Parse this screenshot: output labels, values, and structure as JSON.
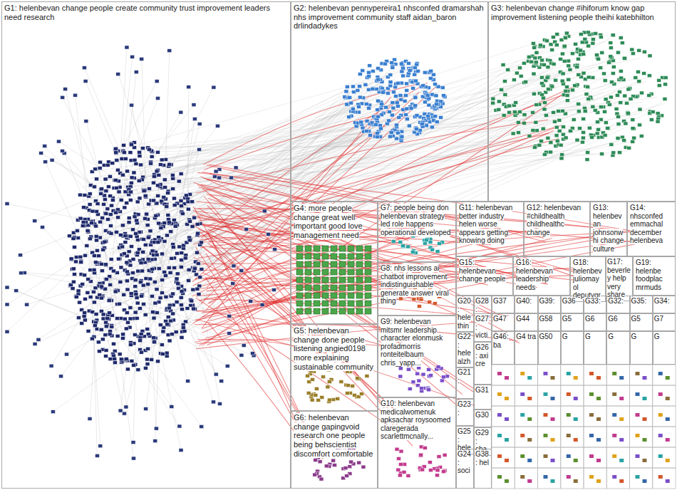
{
  "diagram": {
    "nodes": [
      {
        "text": [
          "G1: helenbevan change people create community trust improvement leaders need research"
        ]
      },
      {
        "text": [
          "G2: helenbevan pennypereira1 nhsconfed dramarshah nhs improvement community staff aidan_baron drlindadykes"
        ]
      },
      {
        "text": [
          "G3: helenbevan change #ihiforum know gap improvement listening people theihi katebhilton"
        ]
      },
      {
        "text": [
          "G4: more people change great well important good love management need"
        ]
      },
      {
        "text": [
          "G7: people being don helenbevan strategy led role happens operational developed"
        ]
      },
      {
        "text": [
          "G11: helenbevan better industry helen worse appears getting knowing doing"
        ]
      },
      {
        "text": [
          "G12: helenbevan #childhealth childhealthc change"
        ]
      },
      {
        "text": [
          "G13: helenbevan johnsonwhi change culture"
        ]
      },
      {
        "text": [
          "G14: nhsconfed emmachal december helenbeva"
        ]
      },
      {
        "text": [
          "G8: nhs lessons ai chatbot improvement indistinguishable generate answer viral thing"
        ]
      },
      {
        "text": [
          "G15: helenbevan change people"
        ]
      },
      {
        "text": [
          "G16: helenbevan leadership needs"
        ]
      },
      {
        "text": [
          "G18: helenbev juliomayol deputygr"
        ]
      },
      {
        "text": [
          "G17: beverley help very share"
        ]
      },
      {
        "text": [
          "G19: helenbe foodplac mrmuds"
        ]
      },
      {
        "text": [
          "G20: hele thin"
        ]
      },
      {
        "text": [
          "G28:"
        ]
      },
      {
        "text": [
          "G37"
        ]
      },
      {
        "text": [
          "G40:"
        ]
      },
      {
        "text": [
          "G39:"
        ]
      },
      {
        "text": [
          "G36"
        ]
      },
      {
        "text": [
          "G33:"
        ]
      },
      {
        "text": [
          "G32:"
        ]
      },
      {
        "text": [
          "G35:"
        ]
      },
      {
        "text": [
          "G34:"
        ]
      },
      {
        "text": [
          "G27: victi"
        ]
      },
      {
        "text": [
          "G47"
        ]
      },
      {
        "text": [
          "G44"
        ]
      },
      {
        "text": [
          "G58"
        ]
      },
      {
        "text": [
          "G5"
        ]
      },
      {
        "text": [
          "G6"
        ]
      },
      {
        "text": [
          "G6"
        ]
      },
      {
        "text": [
          "G5"
        ]
      },
      {
        "text": [
          "G7"
        ]
      },
      {
        "text": [
          "G5: helenbevan change done people listening angied0198 more explaining sustainable community"
        ]
      },
      {
        "text": [
          "G22: hele alzh"
        ]
      },
      {
        "text": [
          "G26: axi cre"
        ]
      },
      {
        "text": [
          "G46: ba"
        ]
      },
      {
        "text": [
          "G4 tra"
        ]
      },
      {
        "text": [
          "G50"
        ]
      },
      {
        "text": [
          "G"
        ]
      },
      {
        "text": [
          "G"
        ]
      },
      {
        "text": [
          "G"
        ]
      },
      {
        "text": [
          "G"
        ]
      },
      {
        "text": [
          "G"
        ]
      },
      {
        "text": [
          "G9: helenbevan mitsmr leadership character elonmusk profadmorris ronteitelbaum chris_yapp..."
        ]
      },
      {
        "text": [
          "G21:"
        ]
      },
      {
        "text": [
          "G31"
        ]
      },
      {
        "text": [
          "G23:"
        ]
      },
      {
        "text": [
          "G30"
        ]
      },
      {
        "text": [
          "G10: helenbevan medicalwomenuk apksachar roysoomed claregerada scarlettmcnally..."
        ]
      },
      {
        "text": [
          "G25: hele"
        ]
      },
      {
        "text": [
          "G29: cha"
        ]
      },
      {
        "text": [
          "G6: helenbevan change gapingvoid research one people being behscientist discomfort comfortable"
        ]
      },
      {
        "text": [
          "G24: soci"
        ]
      },
      {
        "text": [
          "G38: hel"
        ]
      }
    ]
  }
}
